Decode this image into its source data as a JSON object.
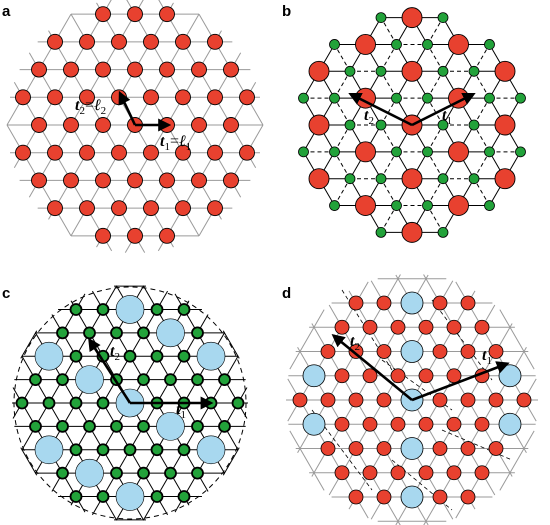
{
  "panels": [
    {
      "id": "a",
      "label": "a",
      "t1": {
        "name": "t",
        "sub": "1",
        "relation": "=",
        "rhs": "ℓ",
        "rhs_sub": "1"
      },
      "t2": {
        "name": "t",
        "sub": "2",
        "relation": "=",
        "rhs": "ℓ",
        "rhs_sub": "2"
      }
    },
    {
      "id": "b",
      "label": "b",
      "t1": {
        "name": "t",
        "sub": "1"
      },
      "t2": {
        "name": "t",
        "sub": "2"
      }
    },
    {
      "id": "c",
      "label": "c",
      "t1": {
        "name": "t",
        "sub": "1"
      },
      "t2": {
        "name": "t",
        "sub": "2"
      }
    },
    {
      "id": "d",
      "label": "d",
      "t1": {
        "name": "t",
        "sub": "1"
      },
      "t2": {
        "name": "t",
        "sub": "2"
      }
    }
  ],
  "colors": {
    "red_site": "#e8412f",
    "green_site": "#22a23a",
    "blue_site": "#a8d8ef",
    "lattice_line": "#9a9a9a",
    "bond_line": "#000000",
    "arrow": "#000000"
  }
}
